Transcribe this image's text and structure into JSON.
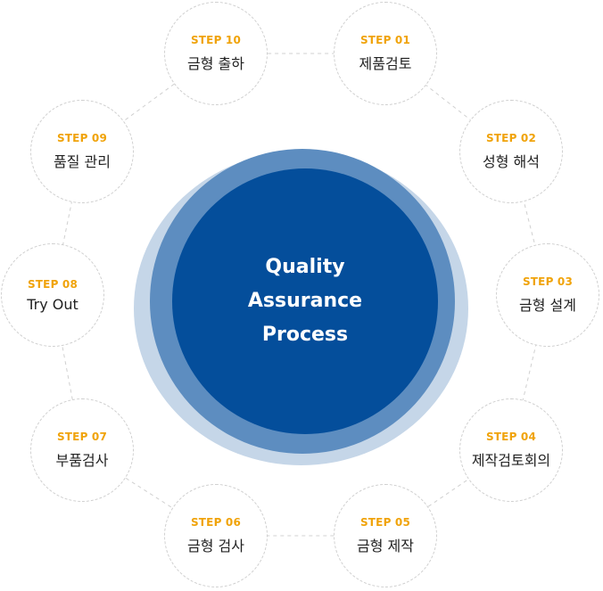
{
  "center": {
    "line1": "Quality",
    "line2": "Assurance",
    "line3": "Process"
  },
  "steps": [
    {
      "label": "STEP 01",
      "title": "제품검토"
    },
    {
      "label": "STEP 02",
      "title": "성형 해석"
    },
    {
      "label": "STEP 03",
      "title": "금형 설계"
    },
    {
      "label": "STEP 04",
      "title": "제작검토회의"
    },
    {
      "label": "STEP 05",
      "title": "금형 제작"
    },
    {
      "label": "STEP 06",
      "title": "금형 검사"
    },
    {
      "label": "STEP 07",
      "title": "부품검사"
    },
    {
      "label": "STEP 08",
      "title": "Try Out"
    },
    {
      "label": "STEP 09",
      "title": "품질 관리"
    },
    {
      "label": "STEP 10",
      "title": "금형 출하"
    }
  ],
  "colors": {
    "accent": "#f0a30a",
    "core": "#044e9b",
    "mid_ring": "#5d8dc0",
    "outer_ring": "#c5d6e8",
    "connector": "#d0d0d0"
  }
}
